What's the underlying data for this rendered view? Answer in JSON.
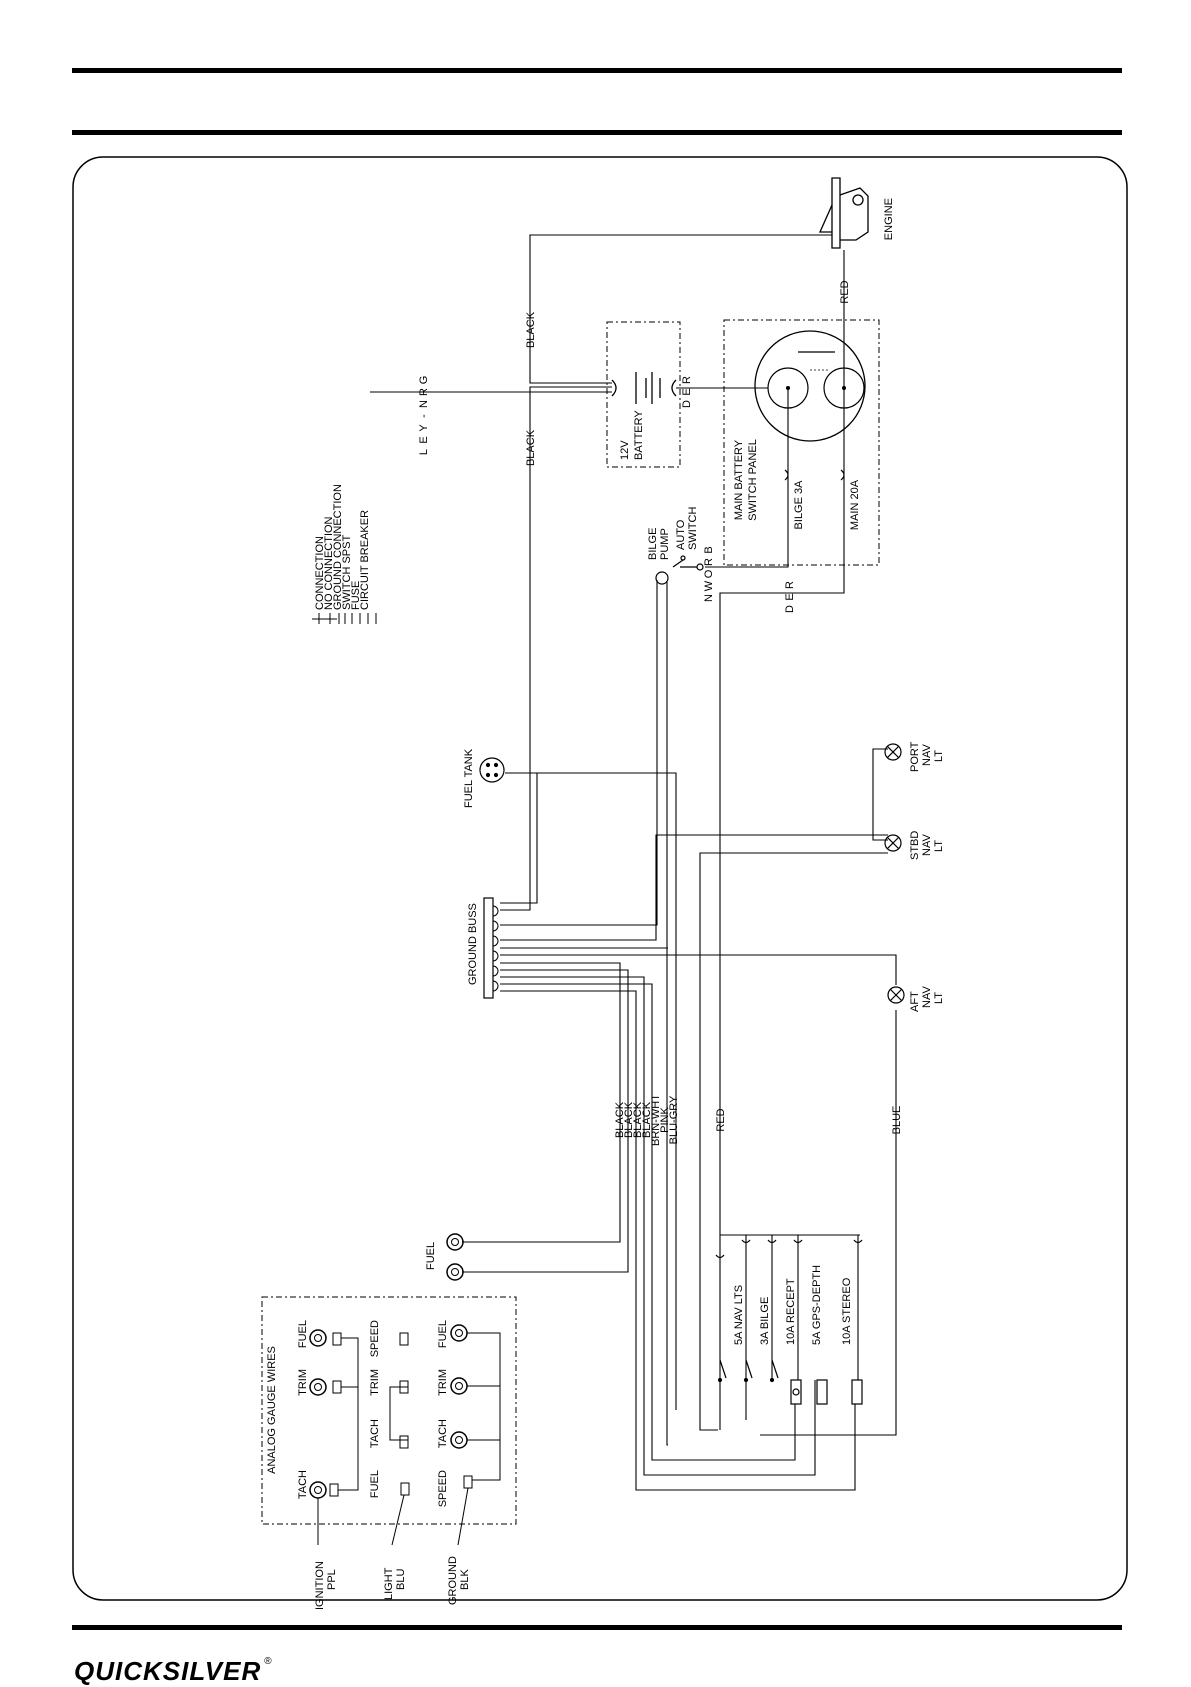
{
  "brand": {
    "name": "QUICKSILVER",
    "mark": "®"
  },
  "legend": [
    "CONNECTION",
    "NO CONNECTION",
    "GROUND CONNECTION",
    "SWITCH SPST",
    "FUSE",
    "CIRCUIT BREAKER"
  ],
  "components": {
    "engine": "ENGINE",
    "battery_1": "12V",
    "battery_2": "BATTERY",
    "switch_panel_1": "MAIN BATTERY",
    "switch_panel_2": "SWITCH PANEL",
    "bilge_3a": "BILGE 3A",
    "main_20a": "MAIN 20A",
    "bilge_pump_1": "BILGE",
    "bilge_pump_2": "PUMP",
    "auto_switch_1": "AUTO",
    "auto_switch_2": "SWITCH",
    "fuel_tank": "FUEL TANK",
    "port_nav_1": "PORT",
    "port_nav_2": "NAV",
    "port_nav_3": "LT",
    "stbd_nav_1": "STBD",
    "stbd_nav_2": "NAV",
    "stbd_nav_3": "LT",
    "aft_nav_1": "AFT",
    "aft_nav_2": "NAV",
    "aft_nav_3": "LT",
    "ground_buss": "GROUND BUSS",
    "fuel_terminal": "FUEL",
    "gauge_box_title": "ANALOG GAUGE WIRES",
    "ignition_1": "IGNITION",
    "ignition_2": "PPL",
    "light_1": "LIGHT",
    "light_2": "BLU",
    "ground_1": "GROUND",
    "ground_2": "BLK"
  },
  "gauges": {
    "row1": [
      "TACH",
      "TRIM",
      "FUEL"
    ],
    "row2": [
      "FUEL",
      "TACH",
      "TRIM",
      "SPEED"
    ],
    "row3": [
      "SPEED",
      "TACH",
      "TRIM",
      "FUEL"
    ]
  },
  "fuses": [
    "5A NAV LTS",
    "3A BILGE",
    "10A RECEPT",
    "5A GPS-DEPTH",
    "10A STEREO"
  ],
  "wires": {
    "black": "BLACK",
    "red": "RED",
    "blue": "BLUE",
    "brn_wht": "BRN-WHT",
    "pink": "PINK",
    "blu_gry": "BLU-GRY",
    "grn_yel_letters": [
      "G",
      "R",
      "N",
      "-",
      "Y",
      "E",
      "L"
    ],
    "red_letters": [
      "R",
      "E",
      "D"
    ],
    "brown_letters": [
      "B",
      "R",
      "O",
      "W",
      "N"
    ]
  }
}
